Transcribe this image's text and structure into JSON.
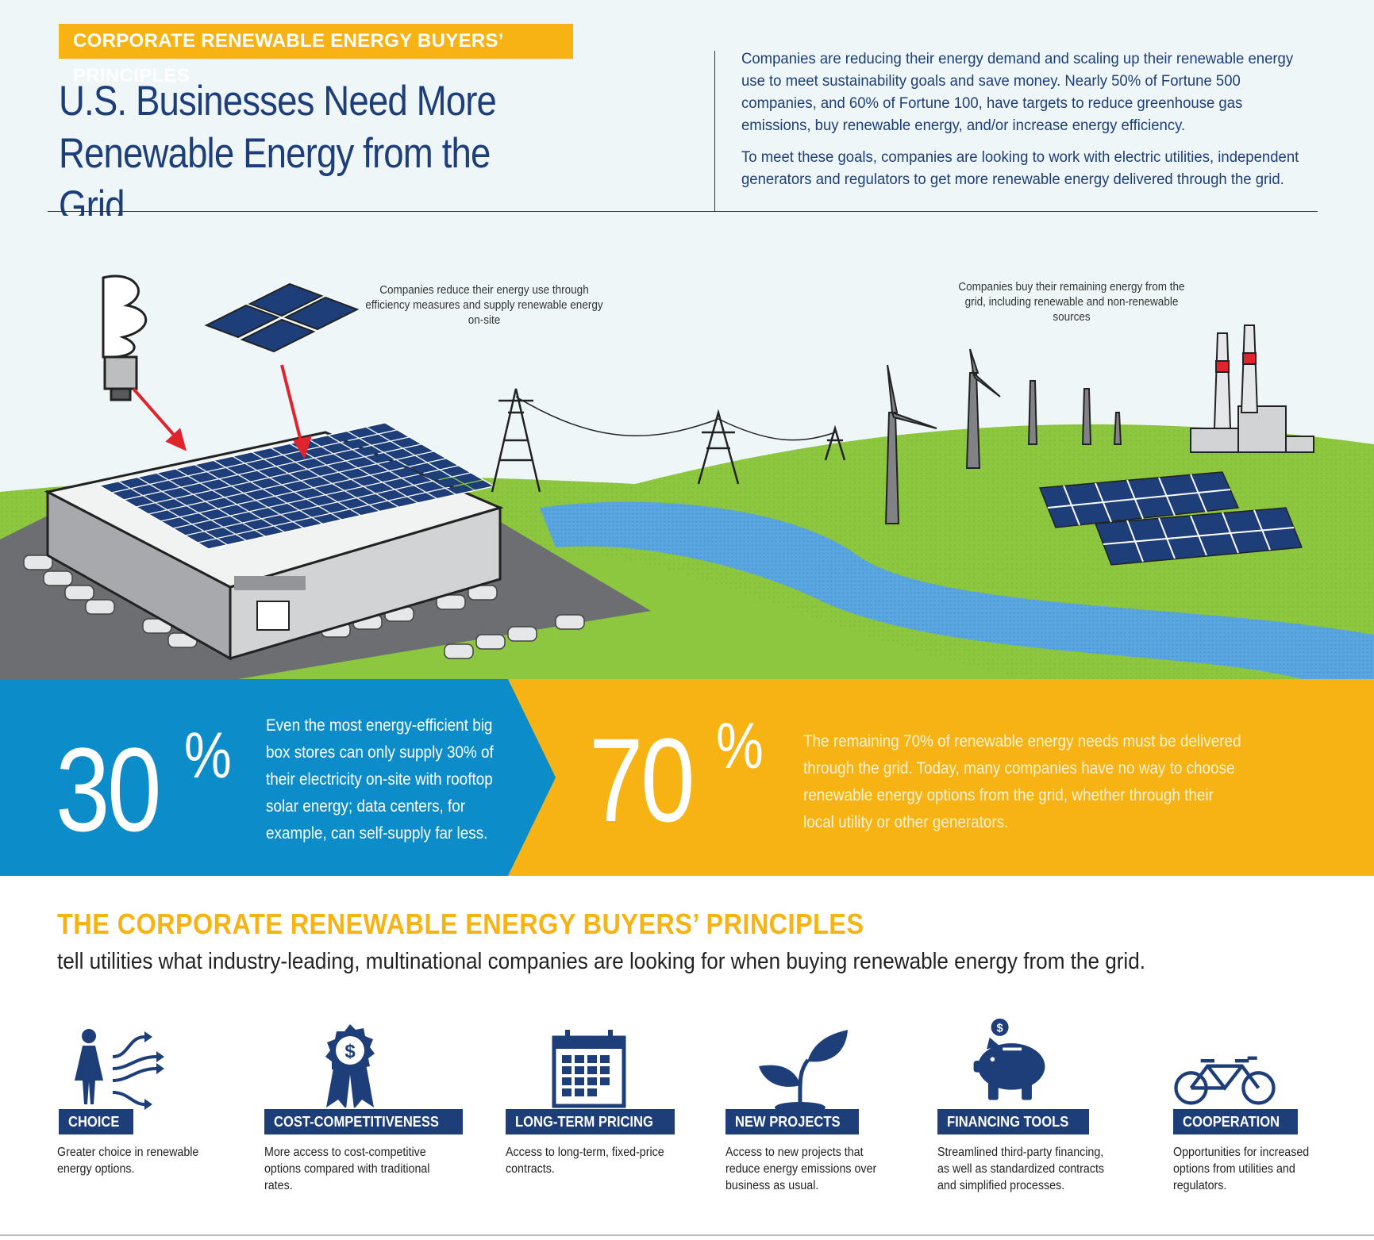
{
  "header": {
    "badge": "CORPORATE RENEWABLE ENERGY BUYERS’ PRINCIPLES",
    "title_line1": "U.S. Businesses Need More",
    "title_line2": "Renewable Energy from the Grid",
    "intro_paragraph_1": "Companies are reducing their energy demand and scaling up their renewable energy use to meet sustainability goals and save money. Nearly 50% of Fortune 500 companies, and 60% of Fortune 100, have targets to reduce greenhouse gas emissions, buy renewable energy, and/or increase energy efficiency.",
    "intro_paragraph_2": "To meet these goals, companies are looking to work with electric utilities, independent generators and regulators to get more renewable energy delivered through the grid."
  },
  "scene": {
    "caption_left": "Companies reduce their energy use through efficiency measures and supply renewable energy on-site",
    "caption_right": "Companies buy their remaining energy from the grid, including renewable and non-renewable sources"
  },
  "stats": {
    "left": {
      "number": "30",
      "symbol": "%",
      "text": "Even the most energy-efficient big box stores can only supply 30% of their electricity on-site with rooftop solar energy; data centers, for example, can self-supply far less."
    },
    "right": {
      "number": "70",
      "symbol": "%",
      "text": "The remaining 70% of renewable energy needs must be delivered through the grid. Today, many companies have no way to choose renewable energy options from the grid, whether through their local utility or other generators."
    }
  },
  "principles": {
    "title": "THE CORPORATE RENEWABLE ENERGY BUYERS’ PRINCIPLES",
    "subtitle": "tell utilities what industry-leading, multinational companies are looking for when buying renewable energy from the grid.",
    "items": [
      {
        "label": "CHOICE",
        "desc": "Greater choice in renewable energy options.",
        "icon": "person-arrows-icon"
      },
      {
        "label": "COST-COMPETITIVENESS",
        "desc": "More access to cost-competitive options compared with traditional rates.",
        "icon": "dollar-ribbon-icon"
      },
      {
        "label": "LONG-TERM PRICING",
        "desc": "Access to long-term, fixed-price contracts.",
        "icon": "calendar-icon"
      },
      {
        "label": "NEW PROJECTS",
        "desc": "Access to new projects that reduce energy emissions over business as usual.",
        "icon": "sprout-icon"
      },
      {
        "label": "FINANCING TOOLS",
        "desc": "Streamlined third-party financing, as well as standardized contracts and simplified processes.",
        "icon": "piggy-bank-icon"
      },
      {
        "label": "COOPERATION",
        "desc": "Opportunities for increased options from utilities and regulators.",
        "icon": "tandem-bicycle-icon"
      }
    ]
  },
  "colors": {
    "navy": "#1e3e7a",
    "gold": "#f7b314",
    "blue": "#0c8cc9",
    "green": "#8dc63f",
    "red": "#e0242e"
  }
}
